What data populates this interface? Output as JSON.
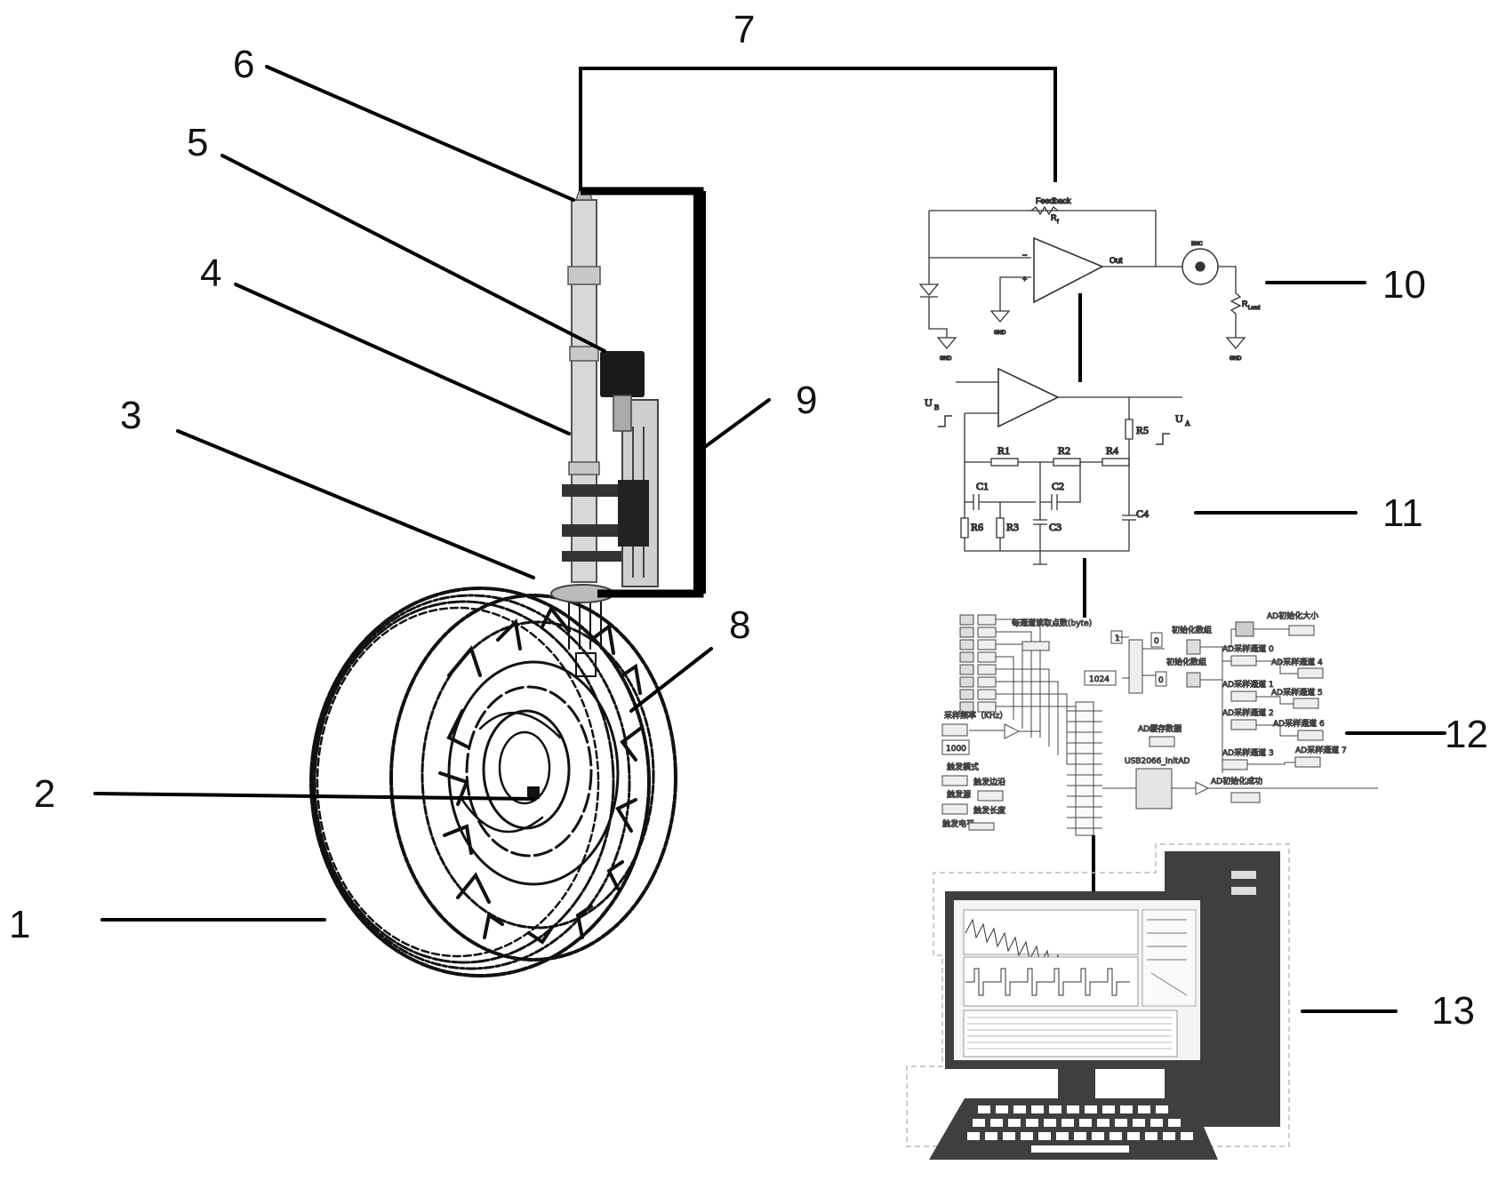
{
  "callouts": [
    {
      "id": "1",
      "text": "1"
    },
    {
      "id": "2",
      "text": "2"
    },
    {
      "id": "3",
      "text": "3"
    },
    {
      "id": "4",
      "text": "4"
    },
    {
      "id": "5",
      "text": "5"
    },
    {
      "id": "6",
      "text": "6"
    },
    {
      "id": "7",
      "text": "7"
    },
    {
      "id": "8",
      "text": "8"
    },
    {
      "id": "9",
      "text": "9"
    },
    {
      "id": "10",
      "text": "10"
    },
    {
      "id": "11",
      "text": "11"
    },
    {
      "id": "12",
      "text": "12"
    },
    {
      "id": "13",
      "text": "13"
    }
  ],
  "amplifier_circuit": {
    "feedback": "Feedback",
    "rf": "R",
    "rf_sub": "f",
    "out": "Out",
    "bnc": "BNC",
    "rload": "R",
    "rload_sub": "Load",
    "gnd": "GND",
    "minus_input": "−",
    "plus_input": "+"
  },
  "filter_circuit": {
    "ub": "U",
    "ub_sub": "B",
    "ua": "U",
    "ua_sub": "A",
    "r1": "R1",
    "r2": "R2",
    "r3": "R3",
    "r4": "R4",
    "r5": "R5",
    "r6": "R6",
    "c1": "C1",
    "c2": "C2",
    "c3": "C3",
    "c4": "C4"
  },
  "labview": {
    "bytes_per_channel": "每通道读取点数(byte)",
    "init_data_1": "初始化数组",
    "init_data_2": "初始化数组",
    "ad_init_size": "AD初始化大小",
    "ch0": "AD采样通道 0",
    "ch1": "AD采样通道 1",
    "ch2": "AD采样通道 2",
    "ch3": "AD采样通道 3",
    "ch4": "AD采样通道 4",
    "ch5": "AD采样通道 5",
    "ch6": "AD采样通道 6",
    "ch7": "AD采样通道 7",
    "sample_rate": "采样频率（KHz）",
    "sample_rate_value": "1000",
    "points_value": "1024",
    "const_1": "1",
    "const_0a": "0",
    "const_0b": "0",
    "trigger_mode": "触发模式",
    "trigger_edge": "触发边沿",
    "trigger_source": "触发源",
    "trigger_length": "触发长度",
    "trigger_level": "触发电平",
    "ad_buffer": "AD缓存数据",
    "init_ad": "USB2066_InitAD",
    "ad_init_ok": "AD初始化成功"
  }
}
